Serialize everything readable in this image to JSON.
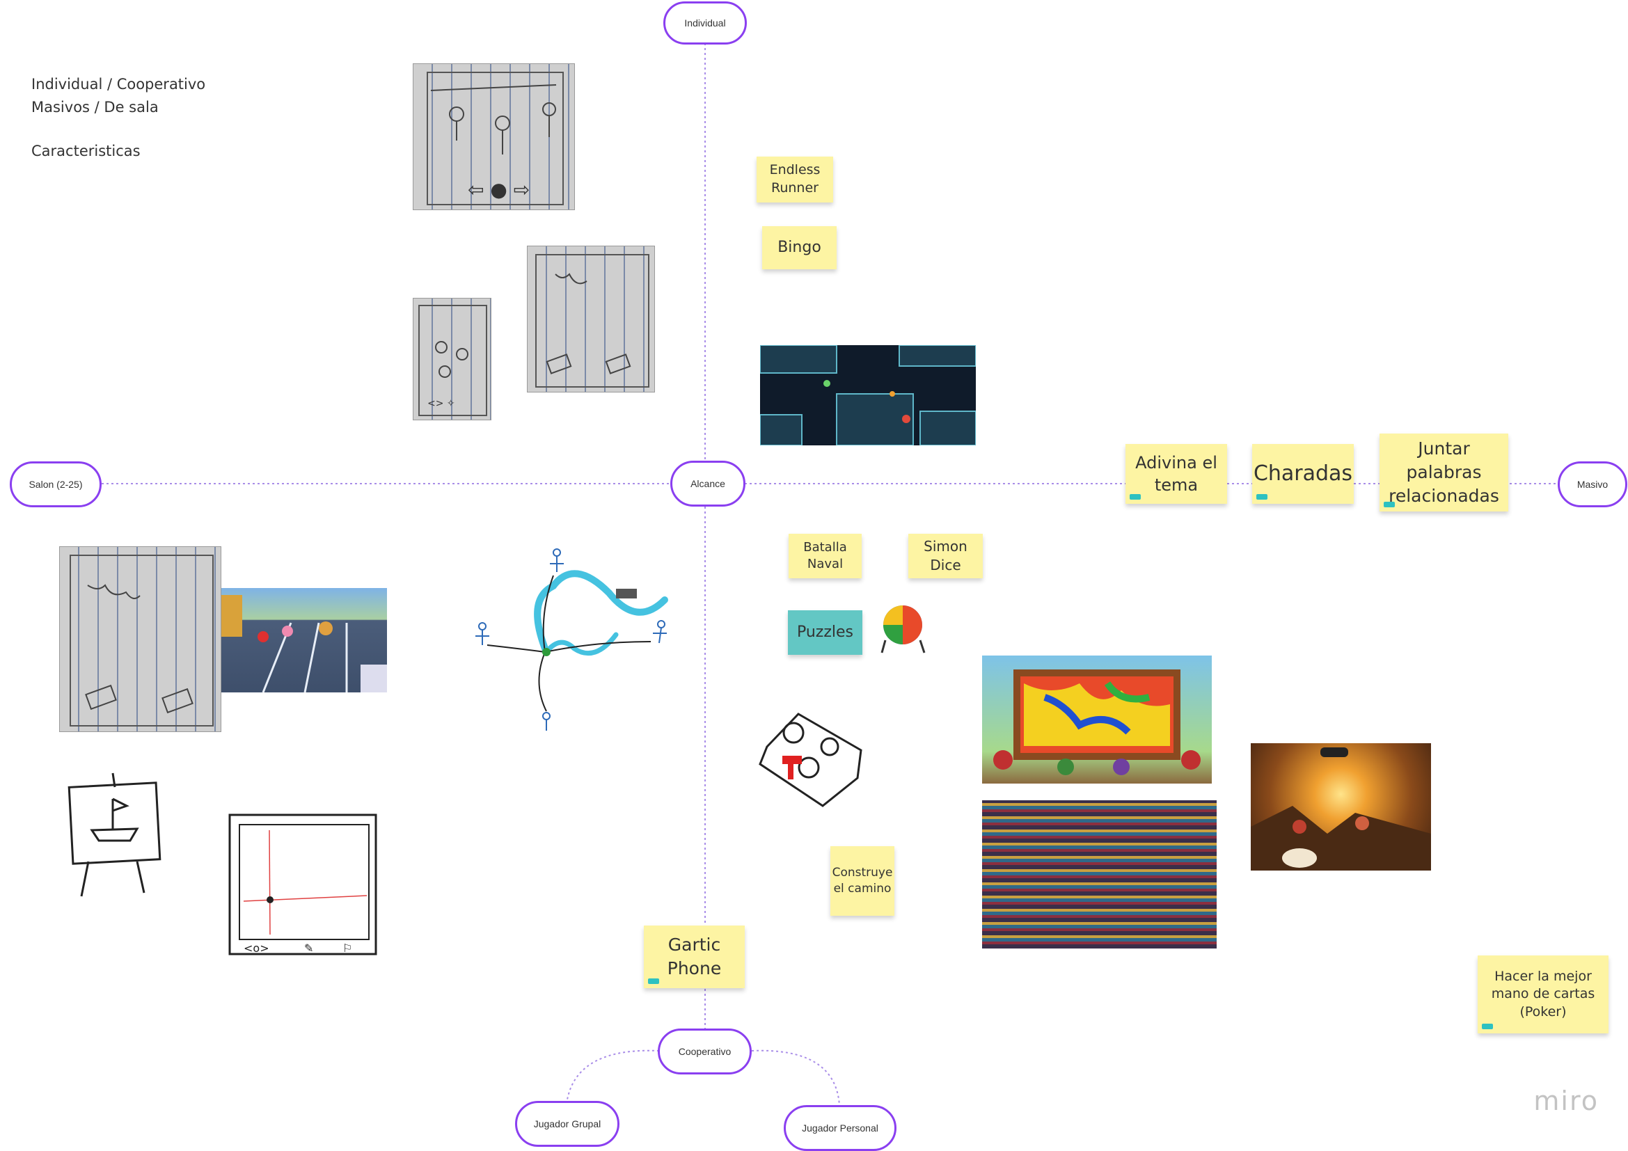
{
  "axes": {
    "top": "Individual",
    "bottom": "Cooperativo",
    "left": "Salon (2-25)",
    "right": "Masivo",
    "center": "Alcance",
    "sub_left": "Jugador Grupal",
    "sub_right": "Jugador Personal"
  },
  "notes": {
    "line1": "Individual / Cooperativo",
    "line2": "Masivos / De sala",
    "line3": "Caracteristicas"
  },
  "stickies": {
    "endless_runner": "Endless Runner",
    "bingo": "Bingo",
    "adivina": "Adivina el tema",
    "charadas": "Charadas",
    "juntar": "Juntar palabras relacionadas",
    "batalla": "Batalla Naval",
    "simon": "Simon Dice",
    "puzzles": "Puzzles",
    "construye": "Construye el camino",
    "gartic": "Gartic Phone",
    "poker": "Hacer la mejor mano de cartas (Poker)"
  },
  "brand": "miro",
  "colors": {
    "node_border": "#8a3ff0",
    "sticky_yellow": "#fdf4a3",
    "sticky_teal": "#63c7c4"
  }
}
